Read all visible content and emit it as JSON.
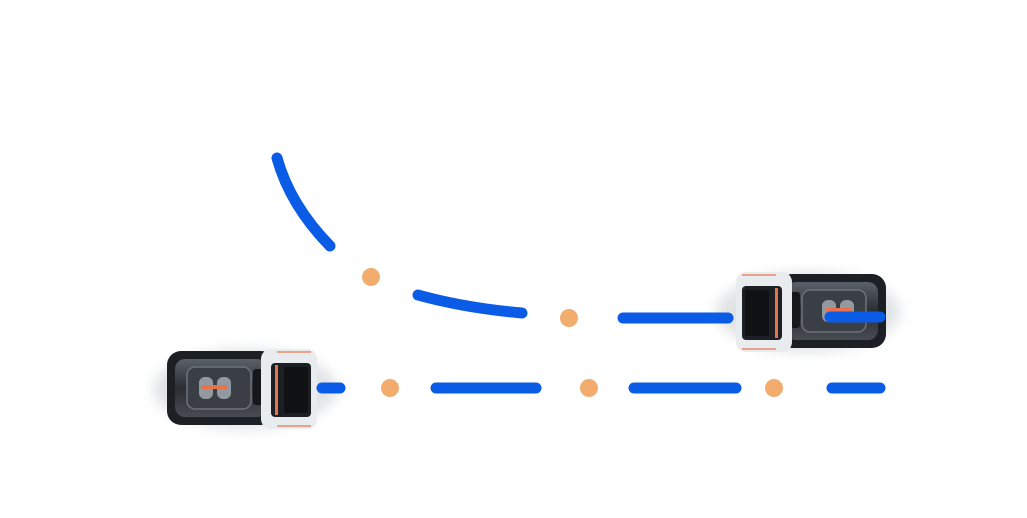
{
  "colors": {
    "background": "#ffffff",
    "path_blue": "#0a5be6",
    "waypoint_orange": "#f2ad6e",
    "vehicle_body": "#1c1f24",
    "vehicle_shell": "#e9ecef",
    "vehicle_accent": "#e8734a"
  },
  "scene": {
    "vehicles": [
      {
        "name": "vehicle-left",
        "icon": "autonomous-vehicle-icon",
        "heading": "right"
      },
      {
        "name": "vehicle-right",
        "icon": "autonomous-vehicle-icon",
        "heading": "left"
      }
    ],
    "paths": [
      {
        "name": "merge-path",
        "style": "dash-dot"
      },
      {
        "name": "straight-path",
        "style": "dash-dot"
      }
    ]
  }
}
